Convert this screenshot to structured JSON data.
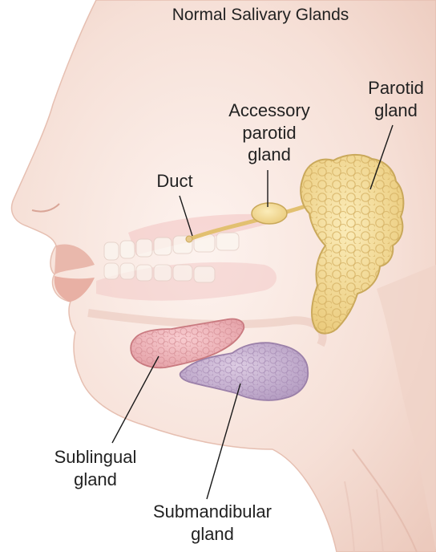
{
  "title": "Normal Salivary Glands",
  "labels": {
    "parotid": [
      "Parotid",
      "gland"
    ],
    "accessory_parotid": [
      "Accessory",
      "parotid",
      "gland"
    ],
    "duct": [
      "Duct"
    ],
    "sublingual": [
      "Sublingual",
      "gland"
    ],
    "submandibular": [
      "Submandibular",
      "gland"
    ]
  },
  "colors": {
    "skin_light": "#fbeee8",
    "skin_mid": "#f1d2c6",
    "skin_shadow": "#e3b7a8",
    "parotid_fill": "#f3dc96",
    "parotid_stroke": "#c9a85a",
    "sublingual_fill": "#f0b2b6",
    "sublingual_stroke": "#c8787e",
    "submandibular_fill": "#c9b2d2",
    "submandibular_stroke": "#9a7fa8",
    "leader_line": "#1a1a1a"
  }
}
